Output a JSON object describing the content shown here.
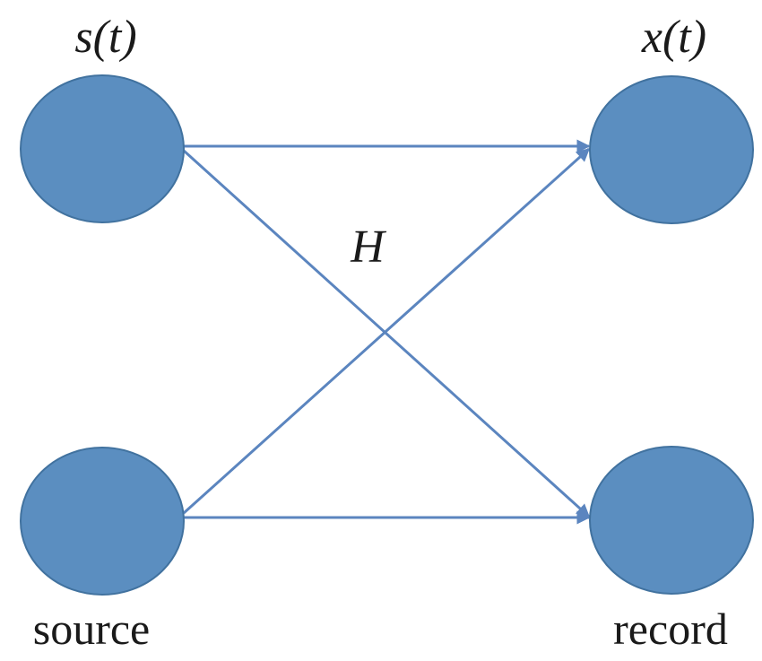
{
  "labels": {
    "source_signal": "s(t)",
    "record_signal": "x(t)",
    "mixing_matrix": "H",
    "source_caption": "source",
    "record_caption": "record"
  },
  "nodes": [
    {
      "id": "source-1",
      "group": "source"
    },
    {
      "id": "source-2",
      "group": "source"
    },
    {
      "id": "record-1",
      "group": "record"
    },
    {
      "id": "record-2",
      "group": "record"
    }
  ],
  "edges": [
    {
      "from": "source-1",
      "to": "record-1"
    },
    {
      "from": "source-1",
      "to": "record-2"
    },
    {
      "from": "source-2",
      "to": "record-1"
    },
    {
      "from": "source-2",
      "to": "record-2"
    }
  ],
  "colors": {
    "node_fill": "#5b8ec0",
    "node_stroke": "#41729f",
    "edge": "#5b85bf",
    "text": "#1a1a1a"
  }
}
